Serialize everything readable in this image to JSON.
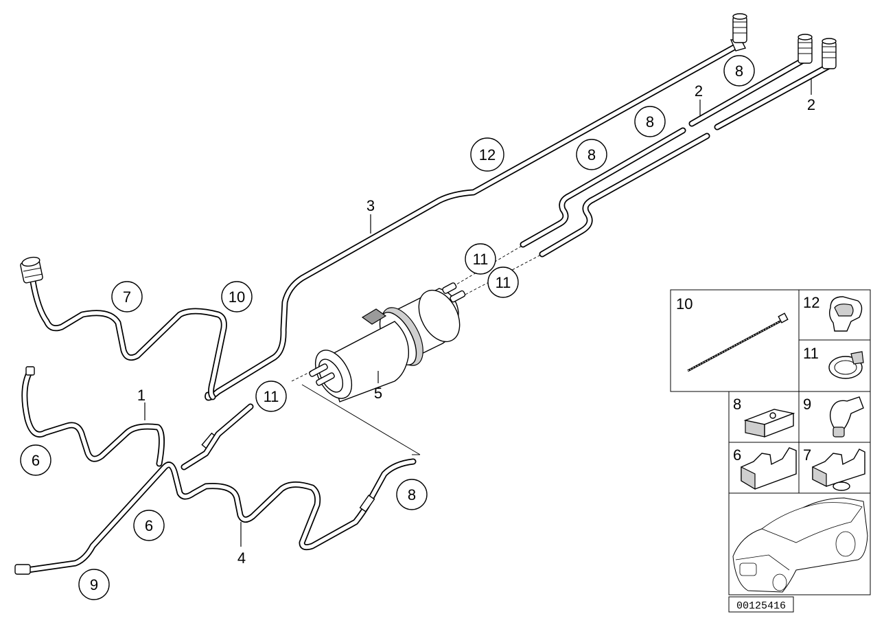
{
  "callouts": {
    "c1": "1",
    "c2a": "2",
    "c2b": "2",
    "c3": "3",
    "c4": "4",
    "c5": "5",
    "c6a": "6",
    "c6b": "6",
    "c7": "7",
    "c8a": "8",
    "c8b": "8",
    "c8c": "8",
    "c8d": "8",
    "c9": "9",
    "c10": "10",
    "c11a": "11",
    "c11b": "11",
    "c11c": "11",
    "c12": "12"
  },
  "legend": {
    "p10": "10",
    "p12": "12",
    "p11": "11",
    "p8": "8",
    "p9": "9",
    "p6": "6",
    "p7": "7"
  },
  "diagram_code": "00125416"
}
